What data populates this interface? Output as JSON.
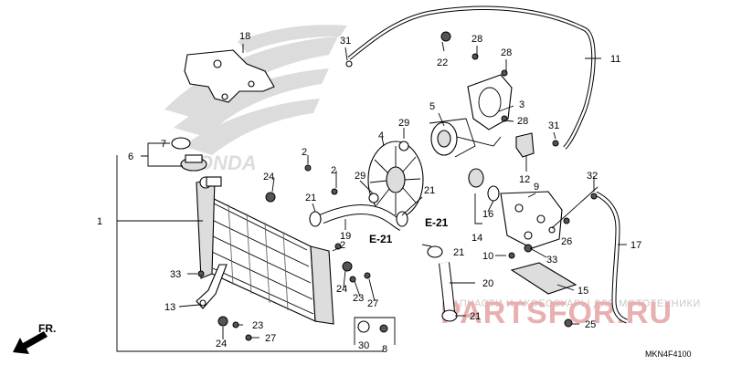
{
  "diagram": {
    "labels": {
      "p1": "1",
      "p2a": "2",
      "p2b": "2",
      "p2c": "2",
      "p3": "3",
      "p4": "4",
      "p5": "5",
      "p6": "6",
      "p7": "7",
      "p8": "8",
      "p9": "9",
      "p10": "10",
      "p11": "11",
      "p12": "12",
      "p13": "13",
      "p14": "14",
      "p15": "15",
      "p16": "16",
      "p17": "17",
      "p18": "18",
      "p19": "19",
      "p20": "20",
      "p21a": "21",
      "p21b": "21",
      "p21c": "21",
      "p21d": "21",
      "p22": "22",
      "p23a": "23",
      "p23b": "23",
      "p24a": "24",
      "p24b": "24",
      "p24c": "24",
      "p25": "25",
      "p26": "26",
      "p27a": "27",
      "p27b": "27",
      "p28a": "28",
      "p28b": "28",
      "p28c": "28",
      "p29a": "29",
      "p29b": "29",
      "p30": "30",
      "p31a": "31",
      "p31b": "31",
      "p32": "32",
      "p33a": "33",
      "p33b": "33"
    },
    "refs": {
      "e21a": "E-21",
      "e21b": "E-21"
    },
    "front_label": "FR.",
    "code": "MKN4F4100",
    "watermark_text": "ЗАПЧАСТИ И АКСЕССУАРЫ ДЛЯ МОТОТЕХНИКИ",
    "watermark_logo": "PARTSFOR.RU",
    "brand_watermark": "HONDA"
  }
}
